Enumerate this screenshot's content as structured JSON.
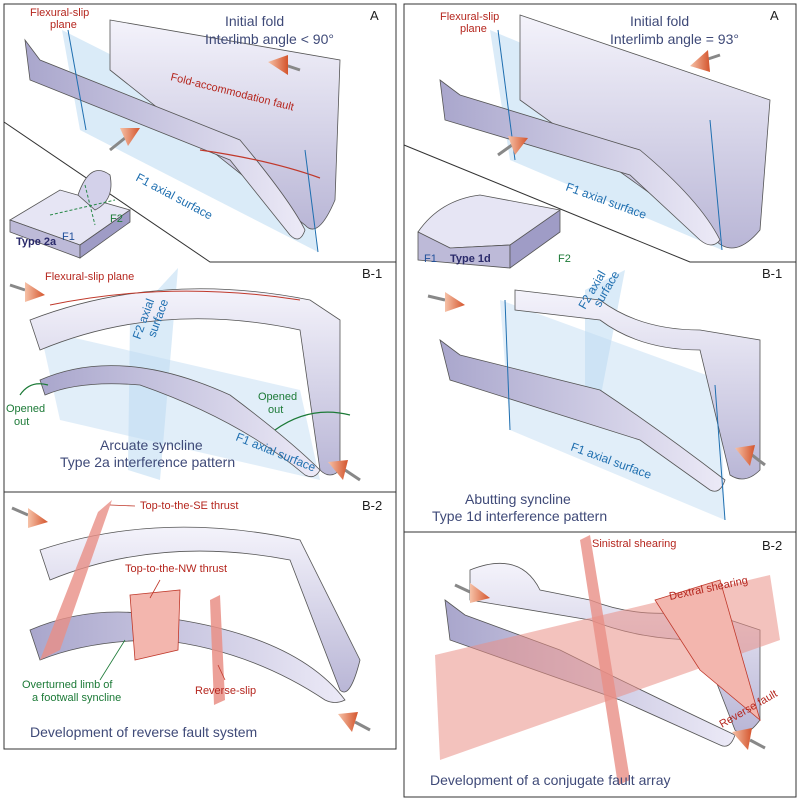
{
  "left": {
    "panel_a": {
      "letter": "A",
      "title_line1": "Initial fold",
      "title_line2": "Interlimb angle < 90°",
      "flexural_slip_line1": "Flexural-slip",
      "flexural_slip_line2": "plane",
      "fold_fault": "Fold-accommodation fault",
      "f1_axial": "F1 axial surface",
      "inset_type": "Type 2a",
      "inset_f1": "F1",
      "inset_f2": "F2"
    },
    "panel_b1": {
      "letter": "B-1",
      "flexural_slip": "Flexural-slip plane",
      "f2_axial_line1": "F2 axial",
      "f2_axial_line2": "surface",
      "opened_left_line1": "Opened",
      "opened_left_line2": "out",
      "opened_right_line1": "Opened",
      "opened_right_line2": "out",
      "f1_axial": "F1 axial surface",
      "caption_line1": "Arcuate syncline",
      "caption_line2": "Type 2a interference pattern"
    },
    "panel_b2": {
      "letter": "B-2",
      "se_thrust": "Top-to-the-SE thrust",
      "nw_thrust": "Top-to-the-NW thrust",
      "overturned_line1": "Overturned limb of",
      "overturned_line2": "a footwall syncline",
      "reverse_slip": "Reverse-slip",
      "caption": "Development of reverse fault system"
    }
  },
  "right": {
    "panel_a": {
      "letter": "A",
      "title_line1": "Initial fold",
      "title_line2": "Interlimb angle = 93°",
      "flexural_slip_line1": "Flexural-slip",
      "flexural_slip_line2": "plane",
      "f1_axial": "F1 axial surface",
      "inset_type": "Type 1d",
      "inset_f1": "F1",
      "inset_f2": "F2"
    },
    "panel_b1": {
      "letter": "B-1",
      "f2_axial_line1": "F2 axial",
      "f2_axial_line2": "surface",
      "f1_axial": "F1 axial surface",
      "caption_line1": "Abutting syncline",
      "caption_line2": "Type 1d interference pattern"
    },
    "panel_b2": {
      "letter": "B-2",
      "sinistral": "Sinistral shearing",
      "dextral": "Dextral shearing",
      "reverse_fault": "Reverse fault",
      "caption": "Development of a conjugate fault array"
    }
  },
  "colors": {
    "frame": "#333333",
    "fold_fill": "#dcdcef",
    "plane_blue": "#bcdaf2",
    "fault_red": "#e98f86",
    "text_red": "#b5261e",
    "text_blue": "#1f6fb0",
    "text_green": "#1c7a37",
    "text_title": "#3f4a78"
  }
}
